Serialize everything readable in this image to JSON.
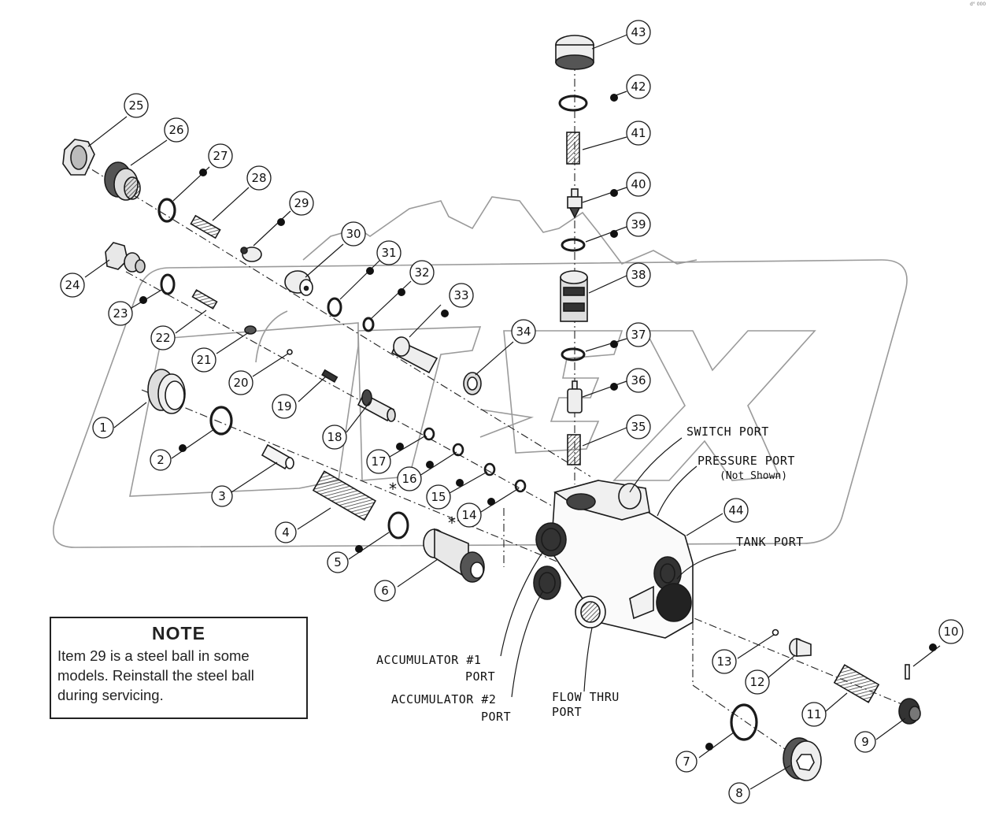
{
  "watermark_text": "ODEX",
  "callouts": [
    "1",
    "2",
    "3",
    "4",
    "5",
    "6",
    "7",
    "8",
    "9",
    "10",
    "11",
    "12",
    "13",
    "14",
    "15",
    "16",
    "17",
    "18",
    "19",
    "20",
    "21",
    "22",
    "23",
    "24",
    "25",
    "26",
    "27",
    "28",
    "29",
    "30",
    "31",
    "32",
    "33",
    "34",
    "35",
    "36",
    "37",
    "38",
    "39",
    "40",
    "41",
    "42",
    "43",
    "44"
  ],
  "asterisk": "*",
  "ports": {
    "switch": "SWITCH PORT",
    "pressure": "PRESSURE PORT",
    "pressure_sub": "(Not Shown)",
    "tank": "TANK PORT",
    "acc1_line1": "ACCUMULATOR #1",
    "acc1_line2": "PORT",
    "acc2_line1": "ACCUMULATOR #2",
    "acc2_line2": "PORT",
    "flow_line1": "FLOW THRU",
    "flow_line2": "PORT"
  },
  "note": {
    "title": "NOTE",
    "lines": [
      "Item 29 is a steel ball in some",
      "models. Reinstall the steel ball",
      "during servicing."
    ]
  },
  "corner_mark": "d° 000",
  "colors": {
    "line": "#1a1a1a",
    "watermark": "#9a9a9a",
    "part_fill": "#f2f2f2",
    "part_dark": "#555555"
  }
}
